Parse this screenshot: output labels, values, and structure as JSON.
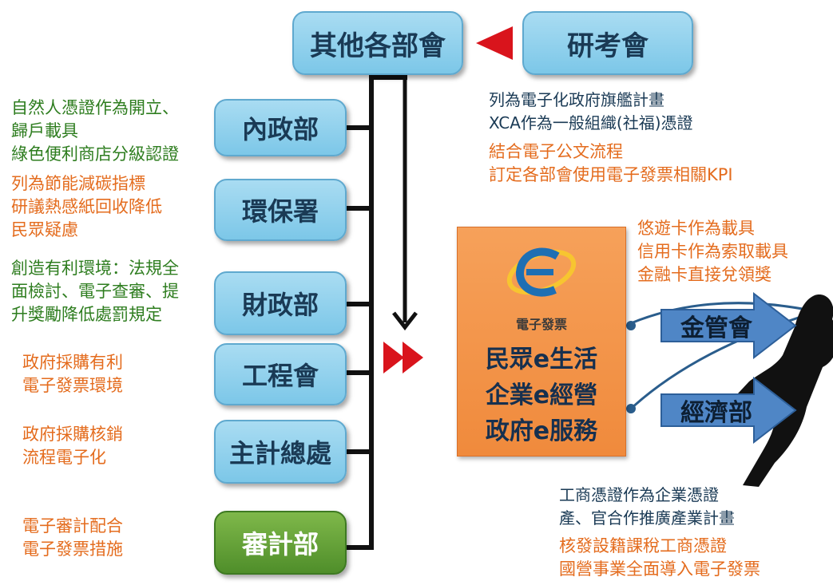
{
  "boxes": {
    "other_ministries": "其他各部會",
    "rdec": "研考會",
    "interior": "內政部",
    "epa": "環保署",
    "finance": "財政部",
    "pcc": "工程會",
    "dgbas": "主計總處",
    "audit": "審計部",
    "fsc": "金管會",
    "moea": "經濟部"
  },
  "notes": {
    "interior_1": "自然人憑證作為開立、",
    "interior_2": "歸戶載具",
    "interior_3": "綠色便利商店分級認證",
    "epa_1": "列為節能減碳指標",
    "epa_2": "研議熱感紙回收降低",
    "epa_3": "民眾疑慮",
    "finance_1": "創造有利環境：法規全",
    "finance_2": "面檢討、電子查審、提",
    "finance_3": "升獎勵降低處罰規定",
    "pcc_1": "政府採購有利",
    "pcc_2": "電子發票環境",
    "dgbas_1": "政府採購核銷",
    "dgbas_2": "流程電子化",
    "audit_1": "電子審計配合",
    "audit_2": "電子發票措施",
    "rdec_1": "列為電子化政府旗艦計畫",
    "rdec_2": "XCA作為一般組織(社福)憑證",
    "rdec_3": "結合電子公文流程",
    "rdec_4": "訂定各部會使用電子發票相關KPI",
    "fsc_1": "悠遊卡作為載具",
    "fsc_2": "信用卡作為索取載具",
    "fsc_3": "金融卡直接兌領獎",
    "moea_1": "工商憑證作為企業憑證",
    "moea_2": "產、官合作推廣產業計畫",
    "moea_3": "核發設籍課稅工商憑證",
    "moea_4": "國營事業全面導入電子發票"
  },
  "center": {
    "logo_text": "電子發票",
    "line1": "民眾e生活",
    "line2": "企業e經營",
    "line3": "政府e服務"
  },
  "colors": {
    "box_blue": "#7cc7e8",
    "box_green": "#4f8e2a",
    "note_green": "#2e7d1f",
    "note_orange": "#e46c1e",
    "arrow_red": "#d9141c",
    "center_orange": "#f08a3c",
    "arrow_blue": "#4f86c6"
  }
}
